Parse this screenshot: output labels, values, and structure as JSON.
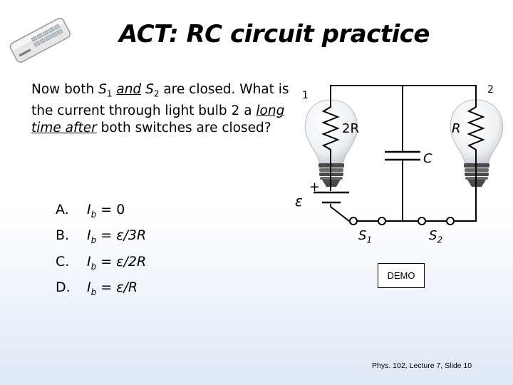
{
  "slide": {
    "title": "ACT: RC circuit practice",
    "footer": "Phys. 102, Lecture 7, Slide 10"
  },
  "question": {
    "part1": "Now both ",
    "s1": "S",
    "s1_sub": "1",
    "and_word": "and",
    "s2": "S",
    "s2_sub": "2",
    "part2": " are closed. What is the current through light bulb 2 a ",
    "emph": "long time after",
    "part3": " both switches are closed?"
  },
  "answers": [
    {
      "letter": "A.",
      "I": "I",
      "sub": "b",
      "rhs": " = 0"
    },
    {
      "letter": "B.",
      "I": "I",
      "sub": "b",
      "rhs": " = ε/3R"
    },
    {
      "letter": "C.",
      "I": "I",
      "sub": "b",
      "rhs": " = ε/2R"
    },
    {
      "letter": "D.",
      "I": "I",
      "sub": "b",
      "rhs": " = ε/R"
    }
  ],
  "circuit": {
    "bulb1_label": "1",
    "bulb2_label": "2",
    "r_left_label": "2R",
    "r_right_label": "R",
    "cap_label": "C",
    "emf_label": "ε",
    "plus_label": "+",
    "switch1_label": "S",
    "switch1_sub": "1",
    "switch2_label": "S",
    "switch2_sub": "2",
    "demo_label": "DEMO"
  }
}
